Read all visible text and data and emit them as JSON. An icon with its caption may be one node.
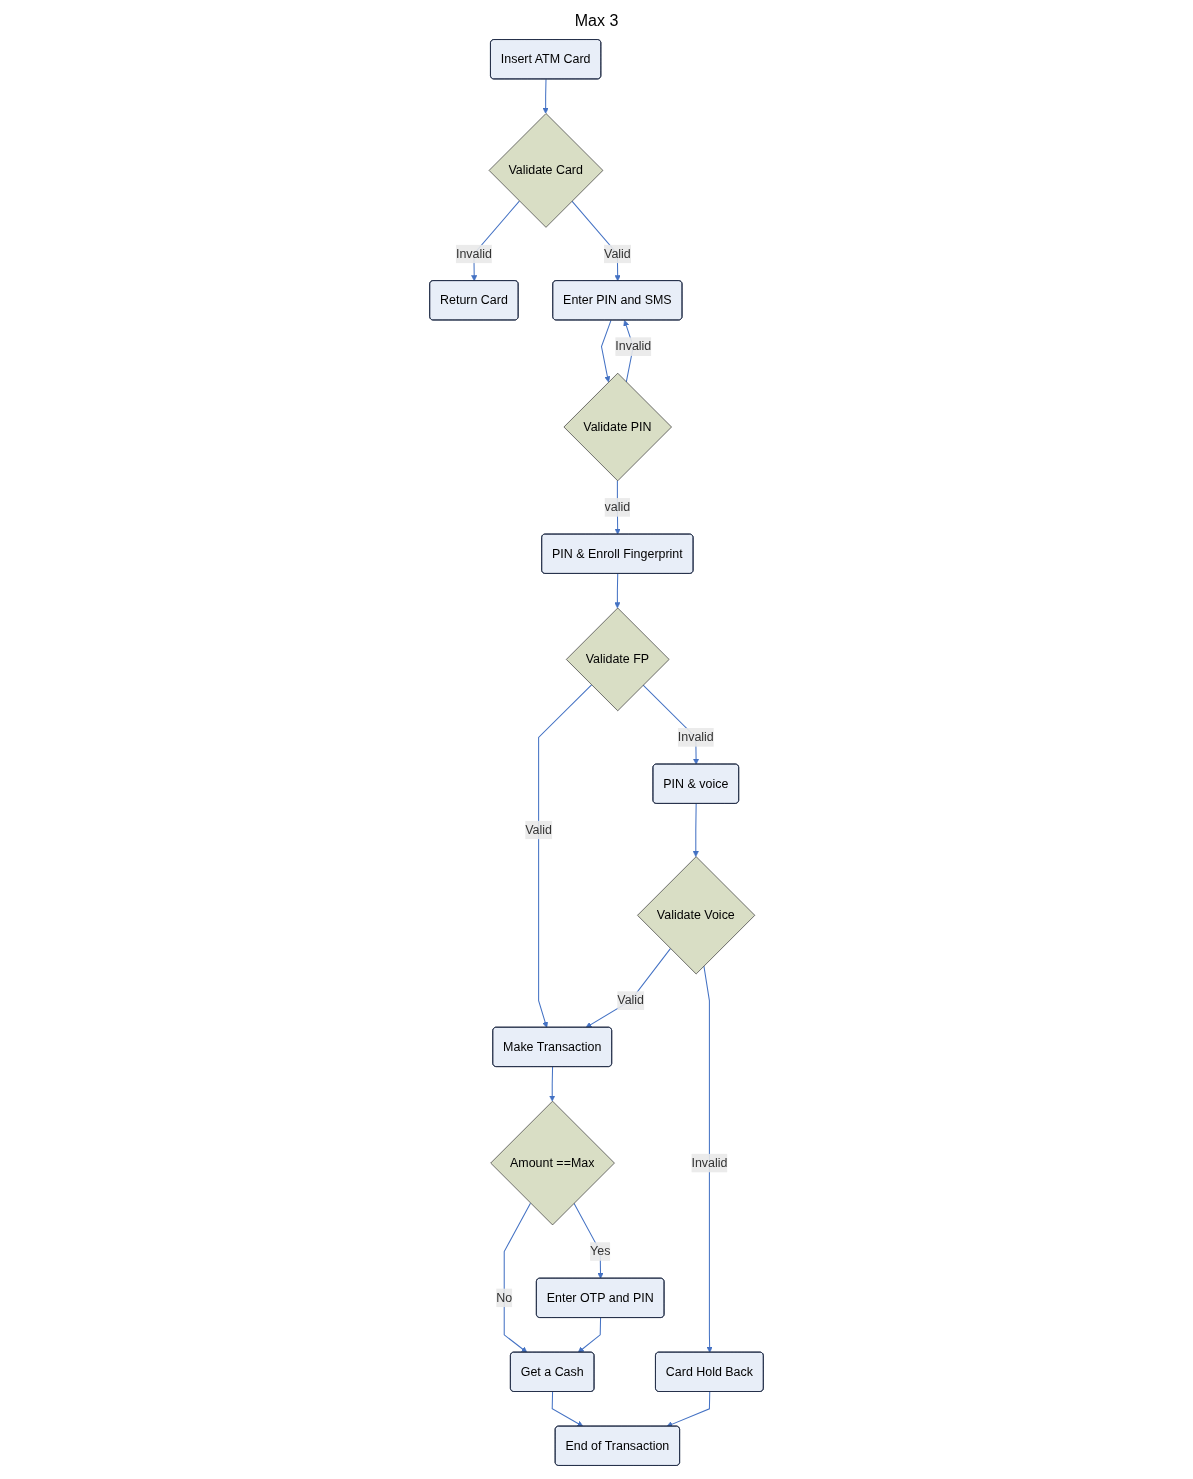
{
  "diagram": {
    "nodes": [
      {
        "text": [
          "Insert ATM Card"
        ]
      },
      {
        "text": [
          "Validate Card"
        ]
      },
      {
        "text": [
          "Return Card"
        ]
      },
      {
        "text": [
          "Enter PIN and SMS"
        ]
      },
      {
        "text": [
          "Validate PIN"
        ]
      },
      {
        "text": [
          "PIN & Enroll Fingerprint"
        ]
      },
      {
        "text": [
          "Validate FP"
        ]
      },
      {
        "text": [
          "PIN & voice"
        ]
      },
      {
        "text": [
          "Validate Voice"
        ]
      },
      {
        "text": [
          "Make Transaction"
        ]
      },
      {
        "text": [
          "Amount ==Max"
        ]
      },
      {
        "text": [
          "Enter OTP and PIN"
        ]
      },
      {
        "text": [
          "Get a Cash"
        ]
      },
      {
        "text": [
          "Card Hold Back"
        ]
      },
      {
        "text": [
          "End of Transaction"
        ]
      }
    ],
    "edges": [
      {
        "from": 0,
        "to": 1,
        "arrow": "to"
      },
      {
        "from": 1,
        "to": 2,
        "arrow": "to",
        "label": "Invalid"
      },
      {
        "from": 1,
        "to": 3,
        "arrow": "to",
        "label": "Valid"
      },
      {
        "from": 3,
        "to": 4,
        "arrow": "to"
      },
      {
        "from": 4,
        "to": 3,
        "arrow": "to",
        "label": "Invalid"
      },
      {
        "from": 4,
        "to": 5,
        "arrow": "to",
        "label": "valid"
      },
      {
        "from": 5,
        "to": 6,
        "arrow": "to"
      },
      {
        "from": 6,
        "to": 9,
        "arrow": "to",
        "label": "Valid"
      },
      {
        "from": 6,
        "to": 7,
        "arrow": "to",
        "label": "Invalid"
      },
      {
        "from": 7,
        "to": 8,
        "arrow": "to"
      },
      {
        "from": 8,
        "to": 9,
        "arrow": "to",
        "label": "Valid"
      },
      {
        "from": 8,
        "to": 13,
        "arrow": "to",
        "label": "Invalid"
      },
      {
        "from": 9,
        "to": 10,
        "arrow": "to"
      },
      {
        "from": 10,
        "to": 11,
        "arrow": "to",
        "label": "Yes"
      },
      {
        "from": 10,
        "to": 12,
        "arrow": "to",
        "label": "No"
      },
      {
        "from": 11,
        "to": 12,
        "arrow": "to"
      },
      {
        "from": 12,
        "to": 14,
        "arrow": "to"
      },
      {
        "from": 13,
        "to": 14,
        "arrow": "to"
      }
    ],
    "labels": [
      "Max 3"
    ]
  }
}
